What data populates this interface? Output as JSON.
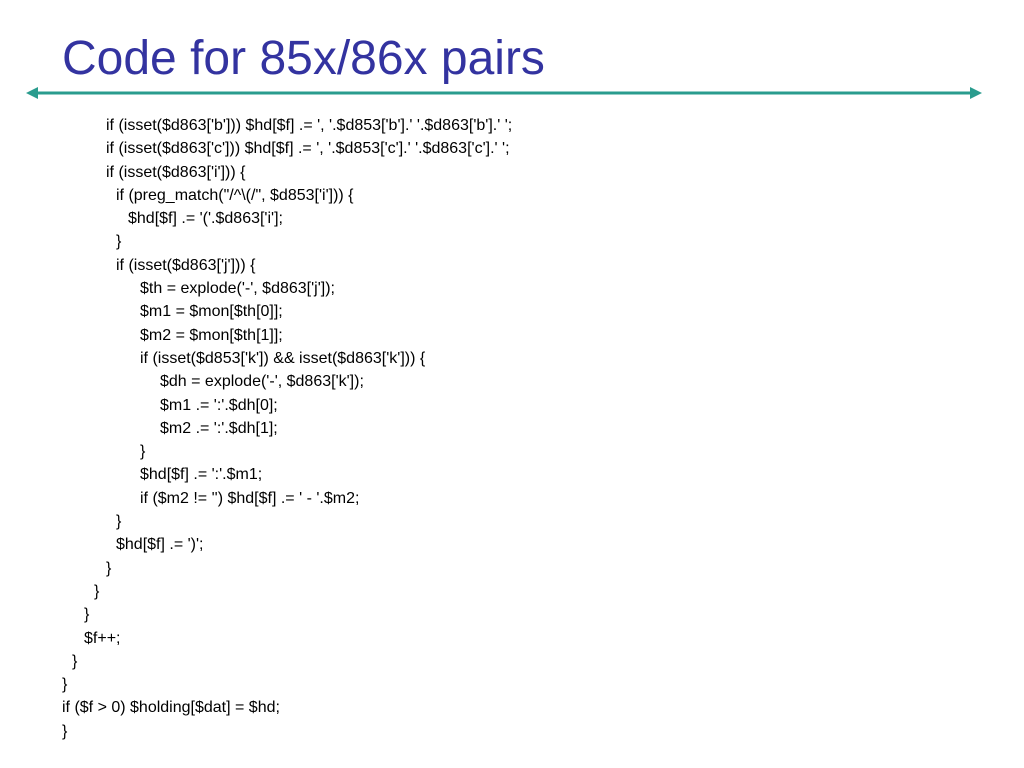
{
  "colors": {
    "title": "#3333A0",
    "divider": "#2A9C8E",
    "text": "#000000"
  },
  "slide": {
    "title": "Code for 85x/86x pairs"
  },
  "code_lines": [
    {
      "indent": 1,
      "text": "if (isset($d863['b'])) $hd[$f] .= ', '.$d853['b'].' '.$d863['b'].' ';"
    },
    {
      "indent": 1,
      "text": "if (isset($d863['c'])) $hd[$f] .= ', '.$d853['c'].' '.$d863['c'].' ';"
    },
    {
      "indent": 1,
      "text": "if (isset($d863['i'])) {"
    },
    {
      "indent": 2,
      "text": "if (preg_match(\"/^\\(/\", $d853['i'])) {"
    },
    {
      "indent": 3,
      "text": "$hd[$f] .= '('.$d863['i'];"
    },
    {
      "indent": 2,
      "text": "}"
    },
    {
      "indent": 2,
      "text": "if (isset($d863['j'])) {"
    },
    {
      "indent": 4,
      "text": "$th = explode('-', $d863['j']);"
    },
    {
      "indent": 4,
      "text": "$m1 = $mon[$th[0]];"
    },
    {
      "indent": 4,
      "text": "$m2 = $mon[$th[1]];"
    },
    {
      "indent": 4,
      "text": "if (isset($d853['k']) && isset($d863['k'])) {"
    },
    {
      "indent": 5,
      "text": "$dh = explode('-', $d863['k']);"
    },
    {
      "indent": 5,
      "text": "$m1 .= ':'.$dh[0];"
    },
    {
      "indent": 5,
      "text": "$m2 .= ':'.$dh[1];"
    },
    {
      "indent": 4,
      "text": "}"
    },
    {
      "indent": 4,
      "text": "$hd[$f] .= ':'.$m1;"
    },
    {
      "indent": 4,
      "text": "if ($m2 != '') $hd[$f] .= ' - '.$m2;"
    },
    {
      "indent": 2,
      "text": "}"
    },
    {
      "indent": 2,
      "text": "$hd[$f] .= ')';"
    },
    {
      "indent": 1,
      "text": "}"
    },
    {
      "indent": 6,
      "text": "}"
    },
    {
      "indent": 7,
      "text": "}"
    },
    {
      "indent": 7,
      "text": "$f++;"
    },
    {
      "indent": 8,
      "text": "}"
    },
    {
      "indent": 0,
      "text": "}"
    },
    {
      "indent": 0,
      "text": "if ($f > 0) $holding[$dat] = $hd;"
    },
    {
      "indent": 0,
      "text": "}"
    }
  ]
}
